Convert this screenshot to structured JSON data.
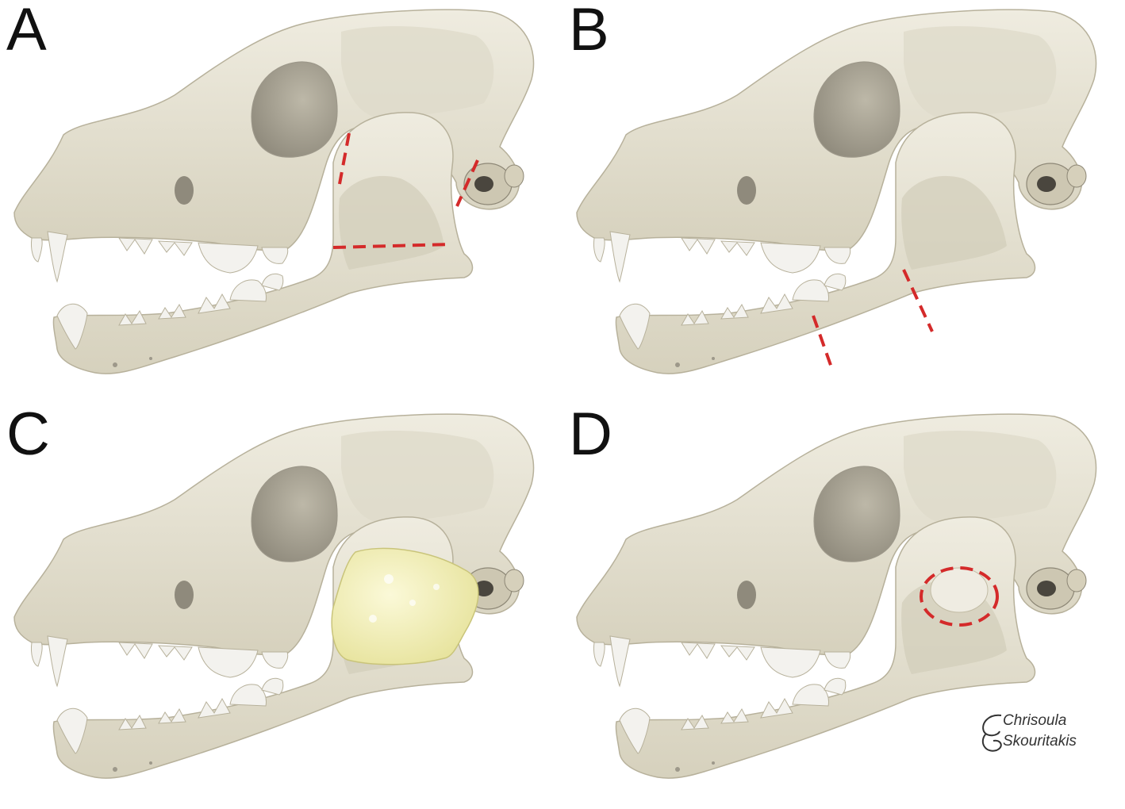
{
  "panels": [
    {
      "label": "A",
      "highlight": "dashed-cut-lines"
    },
    {
      "label": "B",
      "highlight": "dashed-cut-lines"
    },
    {
      "label": "C",
      "highlight": "yellow-mass"
    },
    {
      "label": "D",
      "highlight": "dashed-circle"
    }
  ],
  "signature": {
    "line1": "Chrisoula",
    "line2": "Skouritakis"
  },
  "colors": {
    "bone": "#e8e4d4",
    "bone_shadow": "#c9c3ae",
    "cavity": "#a9a496",
    "cut_line": "#d42a2a",
    "mass": "#f2efaf",
    "tooth": "#f1f0ec"
  }
}
